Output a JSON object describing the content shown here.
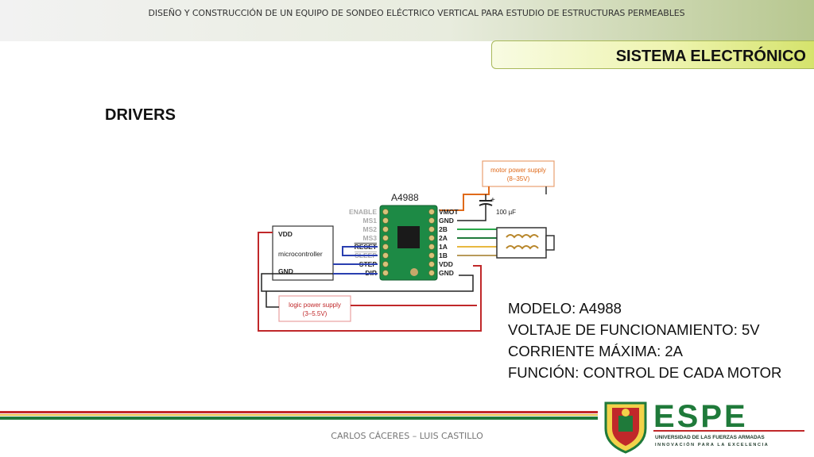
{
  "header": {
    "title": "DISEÑO Y CONSTRUCCIÓN DE UN EQUIPO DE SONDEO ELÉCTRICO VERTICAL PARA ESTUDIO DE ESTRUCTURAS PERMEABLES"
  },
  "section": {
    "title": "SISTEMA ELECTRÓNICO"
  },
  "heading": "DRIVERS",
  "diagram": {
    "chip_label": "A4988",
    "motor_supply": {
      "line1": "motor power supply",
      "line2": "(8–35V)"
    },
    "capacitor": {
      "label": "100 µF",
      "plus": "+"
    },
    "logic_supply": {
      "line1": "logic power supply",
      "line2": "(3–5.5V)"
    },
    "microcontroller": {
      "vdd": "VDD",
      "label": "microcontroller",
      "gnd": "GND"
    },
    "left_pins": [
      "ENABLE",
      "MS1",
      "MS2",
      "MS3",
      "RESET",
      "SLEEP",
      "STEP",
      "DIR"
    ],
    "right_pins": [
      "VMOT",
      "GND",
      "2B",
      "2A",
      "1A",
      "1B",
      "VDD",
      "GND"
    ]
  },
  "specs": [
    "MODELO: A4988",
    "VOLTAJE DE FUNCIONAMIENTO: 5V",
    "CORRIENTE MÁXIMA: 2A",
    "FUNCIÓN: CONTROL DE CADA MOTOR"
  ],
  "footer": {
    "authors": "CARLOS CÁCERES – LUIS CASTILLO"
  },
  "logo": {
    "name": "ESPE",
    "line1": "UNIVERSIDAD DE LAS FUERZAS ARMADAS",
    "line2": "INNOVACIÓN PARA LA EXCELENCIA"
  },
  "colors": {
    "accent_green": "#1f7a3a",
    "accent_red": "#c0282a",
    "section_lime": "#d5e36c"
  }
}
